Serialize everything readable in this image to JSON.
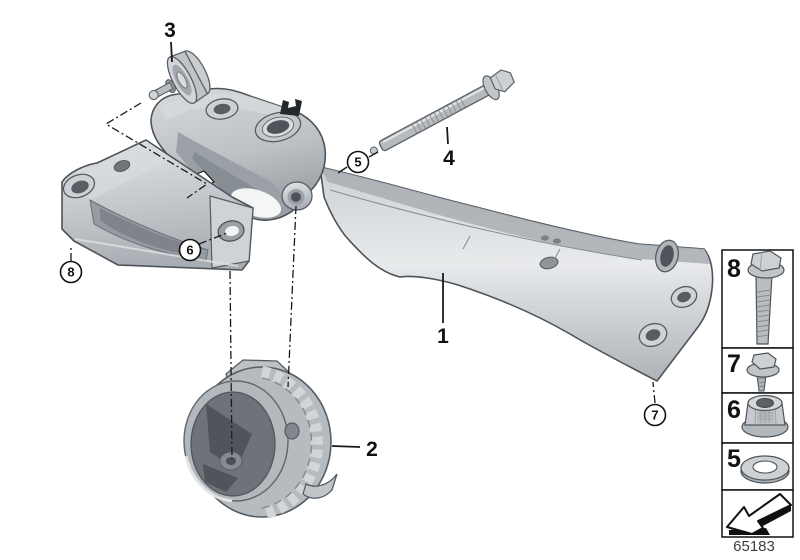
{
  "diagram": {
    "number": "65183",
    "callouts": {
      "c1": "1",
      "c2": "2",
      "c3": "3",
      "c4": "4",
      "c5": "5",
      "c6": "6",
      "c7": "7",
      "c8": "8"
    }
  },
  "legend": {
    "items": [
      {
        "number": "8",
        "icon": "flange-bolt-long-icon"
      },
      {
        "number": "7",
        "icon": "flange-screw-short-icon"
      },
      {
        "number": "6",
        "icon": "flange-nut-icon"
      },
      {
        "number": "5",
        "icon": "washer-icon"
      },
      {
        "number": "",
        "icon": "installation-direction-arrow-icon"
      }
    ]
  },
  "colors": {
    "background": "#ffffff",
    "line": "#1a1a1a",
    "part_light": "#dde0e2",
    "part_mid": "#bfc4c8",
    "part_shadow": "#8f959a",
    "cavity_dark": "#6d7378",
    "outline": "#4d5358"
  }
}
